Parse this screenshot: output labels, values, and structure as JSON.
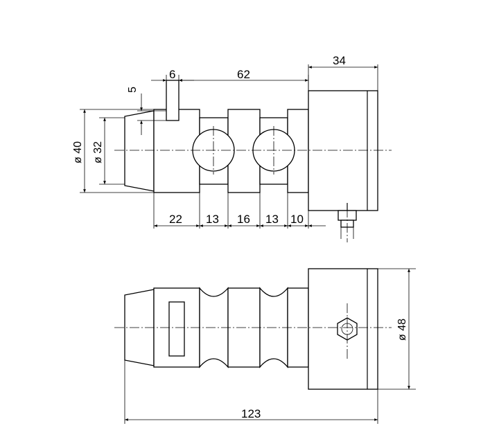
{
  "drawing": {
    "dimensions": {
      "d6": "6",
      "d62": "62",
      "d34": "34",
      "d5": "5",
      "d40": "ø 40",
      "d32": "ø 32",
      "d22": "22",
      "d13a": "13",
      "d16": "16",
      "d13b": "13",
      "d10": "10",
      "d48": "ø 48",
      "d123": "123"
    }
  }
}
